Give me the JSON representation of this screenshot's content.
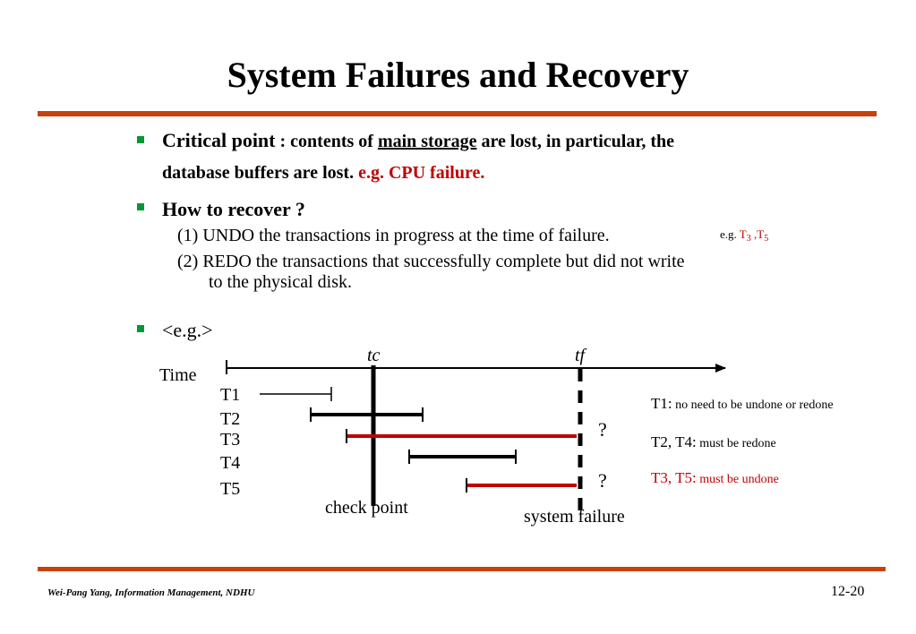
{
  "title": "System Failures and Recovery",
  "bullets": {
    "b1": {
      "term": "Critical point",
      "sep": " :",
      "text1": " contents of ",
      "underlined": "main storage",
      "text2": " are lost, in particular, the",
      "line2": "database buffers are lost. ",
      "example": "e.g.  CPU failure."
    },
    "b2": {
      "heading": "How to recover ?",
      "undo": "(1) UNDO the transactions in progress at the time of failure.",
      "redo1": "(2) REDO the transactions that successfully complete but did not write",
      "redo2": "to the physical disk.",
      "eg_prefix": "e.g. ",
      "eg_t3": "T",
      "eg_t3_sub": "3",
      "eg_sep": " ,",
      "eg_t5": "T",
      "eg_t5_sub": "5"
    },
    "b3": {
      "text": "<e.g.>"
    }
  },
  "diagram": {
    "time_label": "Time",
    "tc_label": "tc",
    "tf_label": "tf",
    "transactions": [
      "T1",
      "T2",
      "T3",
      "T4",
      "T5"
    ],
    "question_marks": [
      "?",
      "?"
    ],
    "checkpoint_label": "check point",
    "failure_label": "system failure",
    "notes": {
      "n1_label": "T1:",
      "n1_text": " no need to be undone or redone",
      "n2_label": "T2, T4:",
      "n2_text": " must be redone",
      "n3_label": "T3, T5:",
      "n3_text": " must be undone"
    },
    "colors": {
      "red": "#c00000",
      "black": "#000000",
      "accent_rule": "#c8410b",
      "bullet": "#009933"
    }
  },
  "footer": {
    "author": "Wei-Pang Yang, Information Management, NDHU",
    "page": "12-20"
  }
}
